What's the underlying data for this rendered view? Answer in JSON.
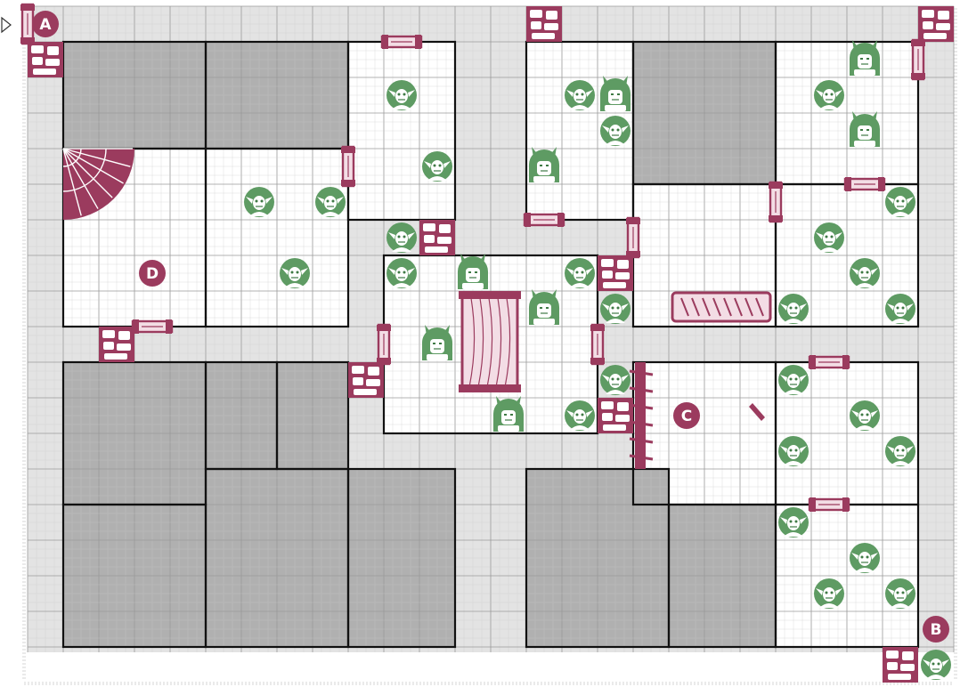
{
  "board": {
    "cols": 26,
    "rows": 18,
    "colors": {
      "corridor": "#e3e3e3",
      "solid": "#b0b0b0",
      "room": "#ffffff",
      "grid": "#9a9a9a",
      "wall": "#111111",
      "accent": "#9b3b5e",
      "monster": "#5e9b63",
      "monster_dark": "#3f7a45"
    },
    "markers": [
      {
        "label": "A",
        "col": 0.5,
        "row": 0.5
      },
      {
        "label": "B",
        "col": 25.5,
        "row": 17.5
      },
      {
        "label": "C",
        "col": 18.5,
        "row": 11.5
      },
      {
        "label": "D",
        "col": 3.5,
        "row": 7.5
      }
    ],
    "rooms": [
      {
        "name": "room-1",
        "c": 1,
        "r": 1,
        "w": 4,
        "h": 3,
        "type": "solid"
      },
      {
        "name": "room-2",
        "c": 5,
        "r": 1,
        "w": 4,
        "h": 3,
        "type": "solid"
      },
      {
        "name": "room-3",
        "c": 9,
        "r": 1,
        "w": 3,
        "h": 5,
        "type": "room"
      },
      {
        "name": "room-4",
        "c": 14,
        "r": 1,
        "w": 3,
        "h": 5,
        "type": "room"
      },
      {
        "name": "room-5",
        "c": 17,
        "r": 1,
        "w": 4,
        "h": 4,
        "type": "solid"
      },
      {
        "name": "room-6",
        "c": 21,
        "r": 1,
        "w": 4,
        "h": 4,
        "type": "room"
      },
      {
        "name": "room-7",
        "c": 1,
        "r": 4,
        "w": 4,
        "h": 5,
        "type": "room"
      },
      {
        "name": "room-8",
        "c": 5,
        "r": 4,
        "w": 4,
        "h": 5,
        "type": "room"
      },
      {
        "name": "room-9",
        "c": 17,
        "r": 5,
        "w": 4,
        "h": 4,
        "type": "room"
      },
      {
        "name": "room-10",
        "c": 21,
        "r": 5,
        "w": 4,
        "h": 4,
        "type": "room"
      },
      {
        "name": "room-11",
        "c": 10,
        "r": 7,
        "w": 6,
        "h": 5,
        "type": "room"
      },
      {
        "name": "room-12",
        "c": 1,
        "r": 10,
        "w": 4,
        "h": 4,
        "type": "solid"
      },
      {
        "name": "room-13",
        "c": 5,
        "r": 10,
        "w": 2,
        "h": 3,
        "type": "solid"
      },
      {
        "name": "room-14",
        "c": 7,
        "r": 10,
        "w": 2,
        "h": 3,
        "type": "solid"
      },
      {
        "name": "room-15",
        "c": 17,
        "r": 10,
        "w": 4,
        "h": 4,
        "type": "room"
      },
      {
        "name": "room-16",
        "c": 21,
        "r": 10,
        "w": 4,
        "h": 4,
        "type": "room"
      },
      {
        "name": "room-17",
        "c": 1,
        "r": 14,
        "w": 4,
        "h": 4,
        "type": "solid"
      },
      {
        "name": "room-18",
        "c": 5,
        "r": 13,
        "w": 4,
        "h": 5,
        "type": "solid"
      },
      {
        "name": "room-19",
        "c": 9,
        "r": 13,
        "w": 3,
        "h": 5,
        "type": "solid"
      },
      {
        "name": "room-20",
        "c": 14,
        "r": 13,
        "w": 4,
        "h": 5,
        "type": "solid"
      },
      {
        "name": "room-21",
        "c": 18,
        "r": 14,
        "w": 3,
        "h": 4,
        "type": "solid"
      },
      {
        "name": "room-22",
        "c": 21,
        "r": 14,
        "w": 4,
        "h": 4,
        "type": "room"
      }
    ],
    "monsters": [
      {
        "c": 10.5,
        "r": 2.5,
        "kind": "goblin"
      },
      {
        "c": 11.5,
        "r": 4.5,
        "kind": "goblin"
      },
      {
        "c": 6.5,
        "r": 5.5,
        "kind": "goblin"
      },
      {
        "c": 8.5,
        "r": 5.5,
        "kind": "goblin"
      },
      {
        "c": 7.5,
        "r": 7.5,
        "kind": "goblin"
      },
      {
        "c": 15.5,
        "r": 2.5,
        "kind": "goblin"
      },
      {
        "c": 16.5,
        "r": 2.5,
        "kind": "orc"
      },
      {
        "c": 16.5,
        "r": 3.5,
        "kind": "goblin"
      },
      {
        "c": 14.5,
        "r": 4.5,
        "kind": "orc"
      },
      {
        "c": 23.5,
        "r": 1.5,
        "kind": "orc"
      },
      {
        "c": 22.5,
        "r": 2.5,
        "kind": "goblin"
      },
      {
        "c": 23.5,
        "r": 3.5,
        "kind": "orc"
      },
      {
        "c": 24.5,
        "r": 5.5,
        "kind": "goblin"
      },
      {
        "c": 22.5,
        "r": 6.5,
        "kind": "goblin"
      },
      {
        "c": 23.5,
        "r": 7.5,
        "kind": "goblin"
      },
      {
        "c": 21.5,
        "r": 8.5,
        "kind": "goblin"
      },
      {
        "c": 24.5,
        "r": 8.5,
        "kind": "goblin"
      },
      {
        "c": 10.5,
        "r": 6.5,
        "kind": "goblin"
      },
      {
        "c": 10.5,
        "r": 7.5,
        "kind": "goblin"
      },
      {
        "c": 12.5,
        "r": 7.5,
        "kind": "orc"
      },
      {
        "c": 15.5,
        "r": 7.5,
        "kind": "goblin"
      },
      {
        "c": 14.5,
        "r": 8.5,
        "kind": "orc"
      },
      {
        "c": 11.5,
        "r": 9.5,
        "kind": "orc"
      },
      {
        "c": 13.5,
        "r": 11.5,
        "kind": "orc"
      },
      {
        "c": 15.5,
        "r": 11.5,
        "kind": "goblin"
      },
      {
        "c": 16.5,
        "r": 8.5,
        "kind": "goblin"
      },
      {
        "c": 16.5,
        "r": 10.5,
        "kind": "goblin"
      },
      {
        "c": 21.5,
        "r": 10.5,
        "kind": "goblin"
      },
      {
        "c": 23.5,
        "r": 11.5,
        "kind": "goblin"
      },
      {
        "c": 21.5,
        "r": 12.5,
        "kind": "goblin"
      },
      {
        "c": 24.5,
        "r": 12.5,
        "kind": "goblin"
      },
      {
        "c": 21.5,
        "r": 14.5,
        "kind": "goblin"
      },
      {
        "c": 23.5,
        "r": 15.5,
        "kind": "goblin"
      },
      {
        "c": 22.5,
        "r": 16.5,
        "kind": "goblin"
      },
      {
        "c": 24.5,
        "r": 16.5,
        "kind": "goblin"
      },
      {
        "c": 25.5,
        "r": 18.5,
        "kind": "goblin"
      }
    ],
    "rubble": [
      {
        "c": 0,
        "r": 1
      },
      {
        "c": 2,
        "r": 9
      },
      {
        "c": 14,
        "r": 0
      },
      {
        "c": 25,
        "r": 0
      },
      {
        "c": 11,
        "r": 6
      },
      {
        "c": 16,
        "r": 7
      },
      {
        "c": 9,
        "r": 10
      },
      {
        "c": 16,
        "r": 11
      },
      {
        "c": 24,
        "r": 18
      }
    ],
    "doors": [
      {
        "c": 10.5,
        "r": 1.0,
        "orient": "h"
      },
      {
        "c": 9.0,
        "r": 4.5,
        "orient": "v"
      },
      {
        "c": 14.5,
        "r": 6.0,
        "orient": "h"
      },
      {
        "c": 17.0,
        "r": 6.5,
        "orient": "v"
      },
      {
        "c": 21.0,
        "r": 5.5,
        "orient": "v"
      },
      {
        "c": 23.5,
        "r": 5.0,
        "orient": "h"
      },
      {
        "c": 25.0,
        "r": 1.5,
        "orient": "v"
      },
      {
        "c": 3.5,
        "r": 9.0,
        "orient": "h"
      },
      {
        "c": 10.0,
        "r": 9.5,
        "orient": "v"
      },
      {
        "c": 16.0,
        "r": 9.5,
        "orient": "v"
      },
      {
        "c": 22.5,
        "r": 10.0,
        "orient": "h"
      },
      {
        "c": 22.5,
        "r": 14.0,
        "orient": "h"
      },
      {
        "c": 0.0,
        "r": 0.5,
        "orient": "v"
      }
    ]
  }
}
